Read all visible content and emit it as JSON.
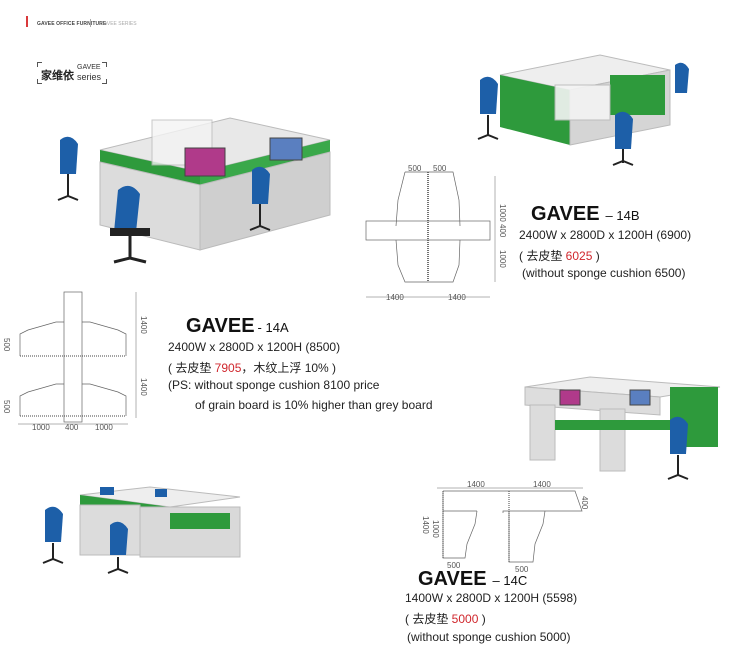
{
  "header": {
    "brand": "GAVEE OFFICE FURNITURE",
    "series": "GAVEE SERIES",
    "accent": "#d9393b"
  },
  "logo": {
    "cn": "家维依",
    "en_top": "GAVEE",
    "en_bottom": "series"
  },
  "colors": {
    "panel_green": "#2e9a3c",
    "desk_grey": "#d9d9d9",
    "chair_blue": "#1d5fa8",
    "price_red": "#d0272d"
  },
  "products": {
    "a": {
      "name": "GAVEE",
      "code": "- 14A",
      "dims": "2400W x 2800D x 1200H  (8500)",
      "cushion_prefix": "( 去皮垫 ",
      "cushion_price": "7905",
      "cushion_suffix": "，木纹上浮 10% )",
      "note1": "(PS: without sponge cushion 8100 price",
      "note2": "of grain board is 10% higher than grey board",
      "drawing": {
        "h1": "1400",
        "h2": "1400",
        "d1": "500",
        "d2": "500",
        "w1": "1000",
        "w2": "400",
        "w3": "1000"
      }
    },
    "b": {
      "name": "GAVEE",
      "code": "– 14B",
      "dims": "2400W x 2800D x 1200H  (6900)",
      "cushion_prefix": "( 去皮垫 ",
      "cushion_price": "6025",
      "cushion_suffix": " )",
      "note1": "(without sponge cushion 6500)",
      "drawing": {
        "t1": "500",
        "t2": "500",
        "h1": "1000",
        "h2": "400",
        "h3": "1000",
        "w1": "1400",
        "w2": "1400"
      }
    },
    "c": {
      "name": "GAVEE",
      "code": "– 14C",
      "dims": "1400W x 2800D x 1200H  (5598)",
      "cushion_prefix": "( 去皮垫 ",
      "cushion_price": "5000",
      "cushion_suffix": " )",
      "note1": "(without sponge cushion 5000)",
      "drawing": {
        "w1": "1400",
        "w2": "1400",
        "d": "400",
        "h1": "1400",
        "h2": "1000",
        "b1": "500",
        "b2": "500"
      }
    }
  }
}
